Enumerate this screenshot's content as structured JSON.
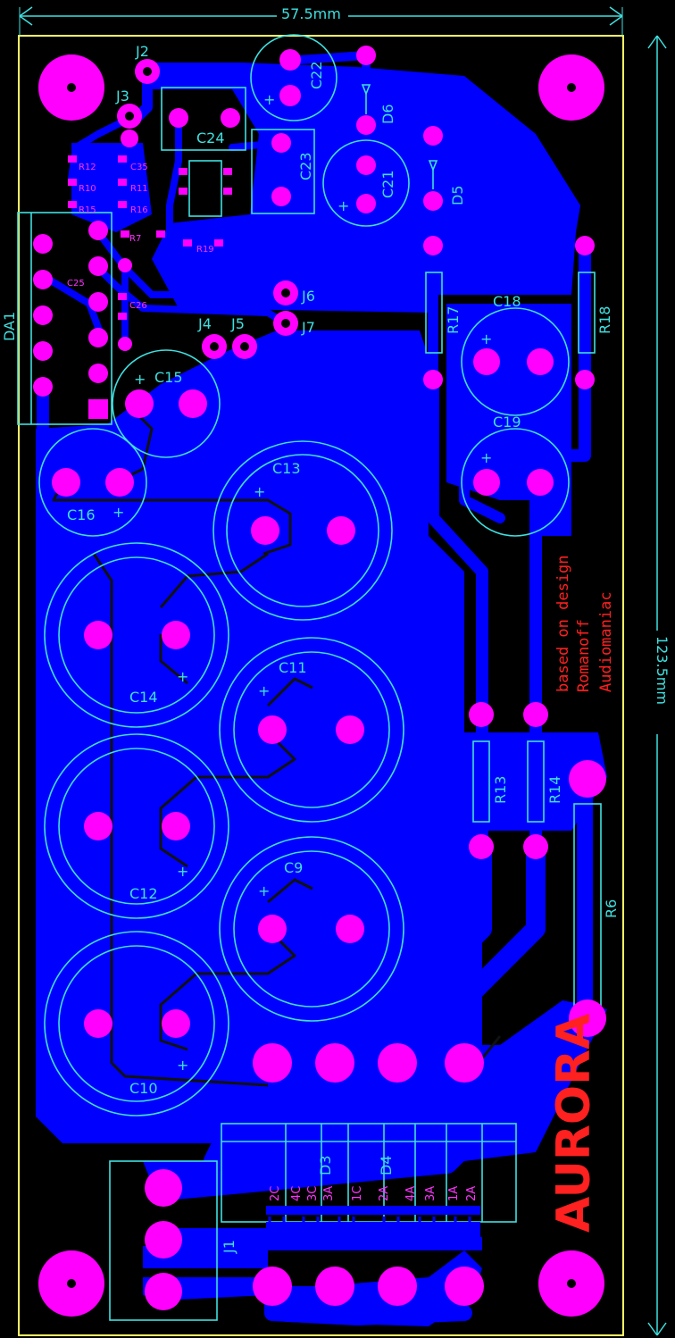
{
  "board": {
    "colors": {
      "background": "#000000",
      "copper": "#0000ff",
      "pad": "#ff00ff",
      "silk": "#40e0e0",
      "outline": "#ffff66",
      "credit": "#ff2020"
    },
    "dim_width": "57.5mm",
    "dim_height": "123.5mm",
    "credits": [
      "based on design",
      "Romanoff",
      "Audiomaniac"
    ],
    "title": "AURORA"
  },
  "components": {
    "J2": "J2",
    "J3": "J3",
    "J4": "J4",
    "J5": "J5",
    "J6": "J6",
    "J7": "J7",
    "J1": "J1",
    "C22": "C22",
    "C24": "C24",
    "C23": "C23",
    "C21": "C21",
    "D6": "D6",
    "D5": "D5",
    "DA1": "DA1",
    "R17": "R17",
    "R18": "R18",
    "C18": "C18",
    "C19": "C19",
    "C15": "C15",
    "C16": "C16",
    "C13": "C13",
    "C14": "C14",
    "C11": "C11",
    "C12": "C12",
    "C9": "C9",
    "C10": "C10",
    "R13": "R13",
    "R14": "R14",
    "R6": "R6",
    "D3": "D3",
    "D4": "D4"
  },
  "connector_pins": [
    "2C",
    "4C",
    "3C",
    "3A",
    "1C",
    "2A",
    "4A",
    "3A",
    "1A",
    "2A"
  ]
}
